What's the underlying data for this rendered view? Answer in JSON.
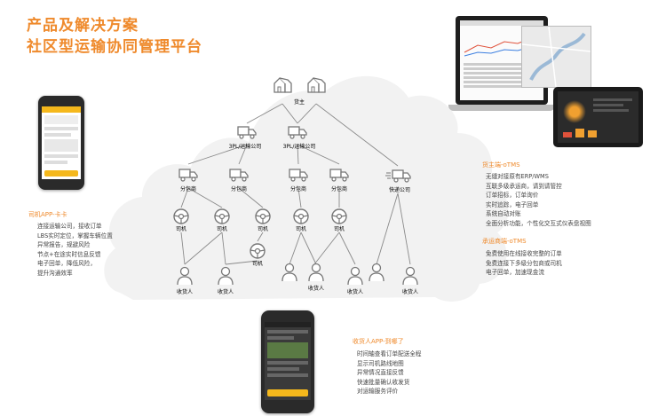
{
  "header": {
    "title_line1": "产品及解决方案",
    "title_line2": "社区型运输协同管理平台"
  },
  "colors": {
    "accent": "#ef8a2c",
    "cloud": "#f2f2f2",
    "icon_stroke": "#777777"
  },
  "diagram": {
    "shippers": [
      "货主",
      "货主"
    ],
    "shipper_label": "货主",
    "carriers": [
      "3PL/运输公司",
      "3PL/运输公司"
    ],
    "subcontractors": [
      "分包商",
      "分包商",
      "分包商",
      "分包商"
    ],
    "express": "快递公司",
    "drivers": [
      "司机",
      "司机",
      "司机",
      "司机",
      "司机",
      "司机"
    ],
    "receivers": [
      "收货人",
      "收货人",
      "收货人",
      "收货人",
      "收货人"
    ]
  },
  "driver_app": {
    "title": "司机APP-卡卡",
    "features": [
      "连接运输公司，接收订单",
      "LBS实时定位，掌握车辆位置",
      "异常报告，规避风险",
      "节点+在途实时信息反馈",
      "电子回单，降低风险，",
      "提升沟通效率"
    ]
  },
  "shipper_side": {
    "title": "货主端-oTMS",
    "features": [
      "无缝对接原有ERP/WMS",
      "互联多级承运商，请到请管控",
      "订单招标，订单询价",
      "实时追踪，电子回单",
      "系统自动对账",
      "全面分析功能，个性化交互式仪表盘视图"
    ]
  },
  "carrier_side": {
    "title": "承运商端-oTMS",
    "features": [
      "免费使用在线接收完整的订单",
      "免费连接下多级分包商或司机",
      "电子回单，加速现金流"
    ]
  },
  "receiver_app": {
    "title": "收货人APP-到哪了",
    "features": [
      "时间轴查看订单配送全程",
      "显示司机路线地图",
      "异常情况直接反馈",
      "快速批量确认收发货",
      "对运输服务评价"
    ]
  }
}
